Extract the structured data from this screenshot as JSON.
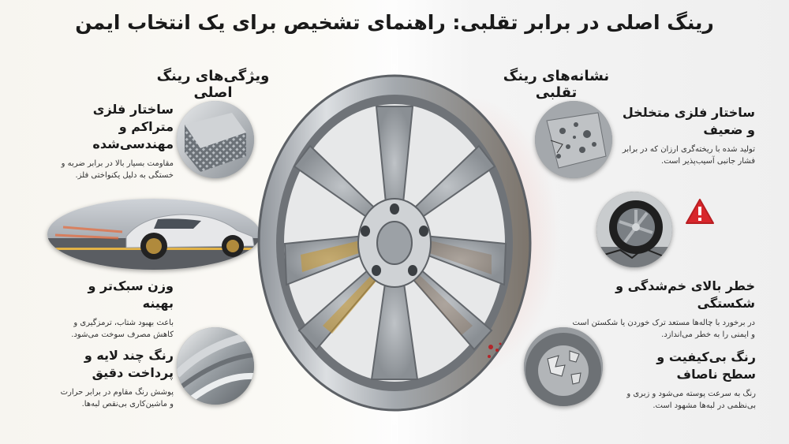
{
  "title": "رینگ اصلی در برابر تقلبی: راهنمای تشخیص برای یک انتخاب ایمن",
  "original": {
    "heading": "ویژگی‌های رینگ اصلی",
    "features": [
      {
        "title": "ساختار فلزی متراکم و مهندسی‌شده",
        "text": "مقاومت بسیار بالا در برابر ضربه و خستگی به دلیل یکنواختی فلز.",
        "icon": "dense-metal-icon"
      },
      {
        "title": "وزن سبک‌تر و بهینه",
        "text": "باعث بهبود شتاب، ترمزگیری و کاهش مصرف سوخت می‌شود.",
        "icon": "sports-car-icon"
      },
      {
        "title": "رنگ چند لایه و پرداخت دقیق",
        "text": "پوشش رنگ مقاوم در برابر حرارت و ماشین‌کاری بی‌نقص لبه‌ها.",
        "icon": "polished-rim-icon"
      }
    ]
  },
  "fake": {
    "heading": "نشانه‌های رینگ تقلبی",
    "features": [
      {
        "title": "ساختار فلزی متخلخل و ضعیف",
        "text": "تولید شده با ریخته‌گری ارزان که در برابر فشار جانبی آسیب‌پذیر است.",
        "icon": "porous-metal-icon"
      },
      {
        "title": "خطر بالای خم‌شدگی و شکستگی",
        "text": "در برخورد با چاله‌ها مستعد ترک خوردن یا شکستن است و ایمنی را به خطر می‌اندازد.",
        "icon": "bent-wheel-icon"
      },
      {
        "title": "رنگ بی‌کیفیت و سطح ناصاف",
        "text": "رنگ به سرعت پوسته می‌شود و زبری و بی‌نظمی در لبه‌ها مشهود است.",
        "icon": "peeling-paint-icon"
      }
    ]
  },
  "colors": {
    "background": "#f5f4f0",
    "text": "#1a1a1a",
    "warning": "#d8262b",
    "gold": "#c9972b"
  }
}
